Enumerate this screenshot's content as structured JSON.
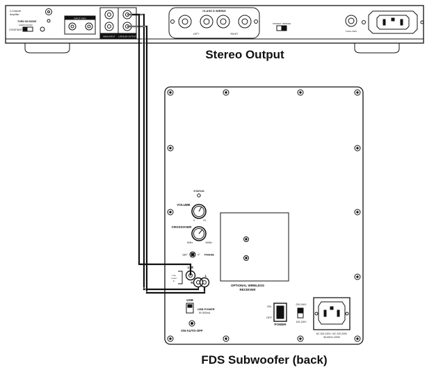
{
  "titles": {
    "top": "Stereo Output",
    "bottom": "FDS Subwoofer (back)"
  },
  "amp": {
    "brand_line1": "2-Channel",
    "brand_line2": "Amplifier",
    "turn_on_mode": "TURN ON MODE",
    "trigger_label": "AUDIO/12VDC",
    "constant": "CONSTANT",
    "input_gain": "INPUT GAIN",
    "main_in": "MAIN INPUT",
    "lfe_sub_out": "LFE/SUB OUTPUT",
    "class_d_wiring": "CLASS D WIRING",
    "left": "LEFT",
    "right": "RIGHT",
    "bridge_stereo": "STEREO / BRIDGE",
    "fuse": "T10AL 250V"
  },
  "sub": {
    "status": "STATUS",
    "volume": "VOLUME",
    "vol_min": "0",
    "vol_max": "10",
    "crossover": "CROSSOVER",
    "xo_min": "50Hz",
    "xo_max": "160Hz",
    "phase": "PHASE",
    "phase_180": "180°",
    "phase_0": "0°",
    "lfe": "LFE",
    "low_level_line1": "Low",
    "low_level_line2": "Level",
    "low_level_line3": "In",
    "r": "R",
    "l": "L",
    "wireless_line1": "OPTIONAL WIRELESS",
    "wireless_line2": "RECEIVER",
    "usb": "USB",
    "usb_power_line1": "USB POWER",
    "usb_power_line2": "5V 500mA",
    "on_auto_off": "ON-AUTO-OFF",
    "on": "ON",
    "off": "OFF",
    "power": "POWER",
    "v220": "220-240V",
    "v100": "100-120V",
    "ac_line1": "AC 100-120V / AC 220-240V",
    "ac_line2": "50-60Hz 120W"
  }
}
